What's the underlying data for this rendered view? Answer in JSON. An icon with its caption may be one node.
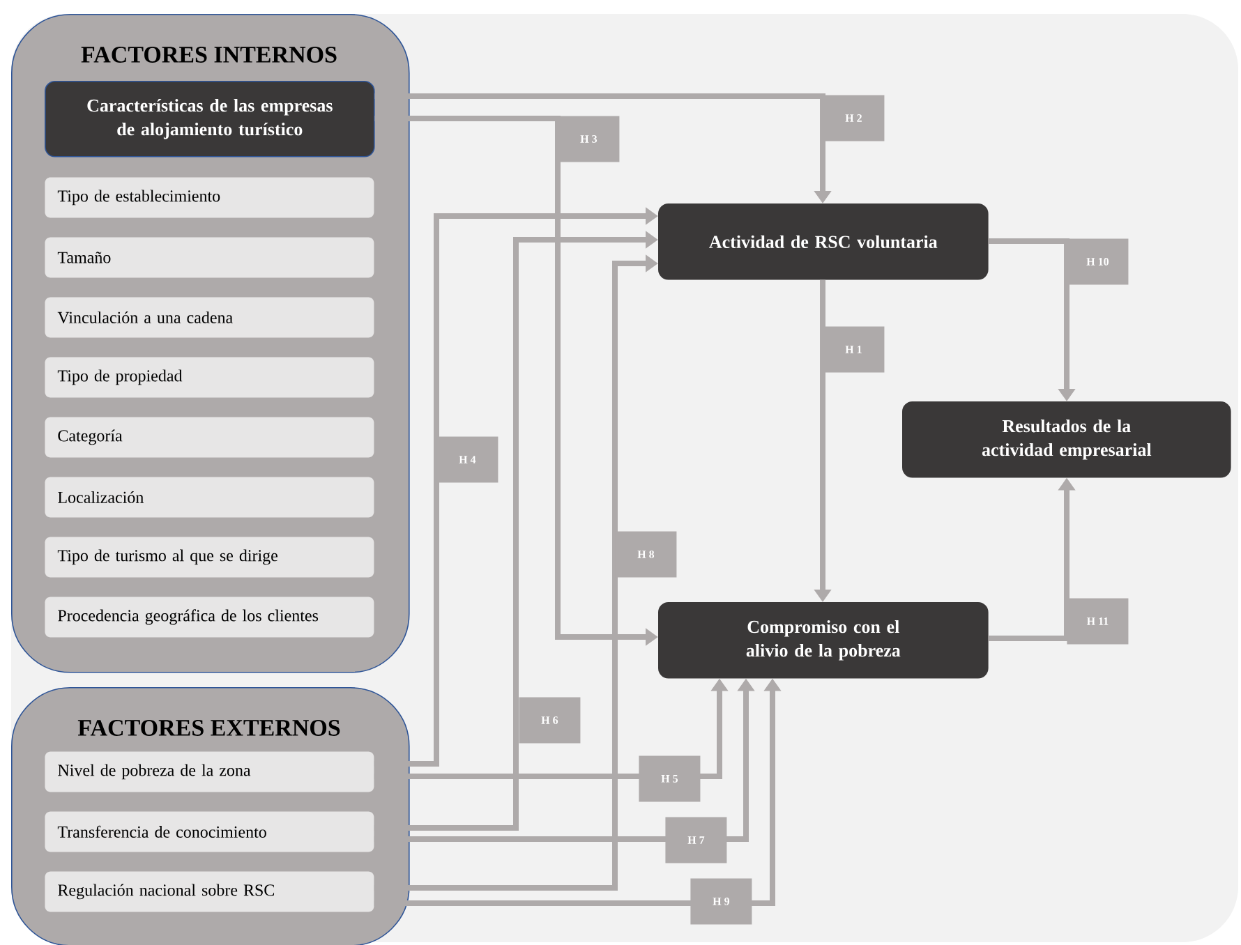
{
  "diagram": {
    "nodes": [
      {
        "text": [
          "FACTORES INTERNOS"
        ]
      },
      {
        "text": [
          "Características de las empresas de alojamiento turístico"
        ],
        "in": 0
      },
      {
        "text": [
          "Tipo de establecimiento"
        ],
        "in": 0
      },
      {
        "text": [
          "Tamaño"
        ],
        "in": 0
      },
      {
        "text": [
          "Vinculación a una cadena"
        ],
        "in": 0
      },
      {
        "text": [
          "Tipo de propiedad"
        ],
        "in": 0
      },
      {
        "text": [
          "Categoría"
        ],
        "in": 0
      },
      {
        "text": [
          "Localización"
        ],
        "in": 0
      },
      {
        "text": [
          "Tipo de turismo al que se dirige"
        ],
        "in": 0
      },
      {
        "text": [
          "Procedencia geográfica de los clientes"
        ],
        "in": 0
      },
      {
        "text": [
          "FACTORES EXTERNOS"
        ]
      },
      {
        "text": [
          "Nivel de pobreza de la zona"
        ],
        "in": 10
      },
      {
        "text": [
          "Transferencia de conocimiento"
        ],
        "in": 10
      },
      {
        "text": [
          "Regulación nacional sobre RSC"
        ],
        "in": 10
      },
      {
        "text": [
          "Actividad de RSC voluntaria"
        ]
      },
      {
        "text": [
          "Resultados de la actividad empresarial"
        ]
      },
      {
        "text": [
          "Compromiso con el alivio de la pobreza"
        ]
      }
    ],
    "edges": [
      {
        "from": 14,
        "to": 16,
        "arrow": "to",
        "label": "H 1"
      },
      {
        "from": 1,
        "to": 14,
        "arrow": "to",
        "label": "H 2"
      },
      {
        "from": 1,
        "to": 16,
        "arrow": "to",
        "label": "H 3"
      },
      {
        "from": 11,
        "to": 14,
        "arrow": "to",
        "label": "H 4"
      },
      {
        "from": 11,
        "to": 16,
        "arrow": "to",
        "label": "H 5"
      },
      {
        "from": 12,
        "to": 14,
        "arrow": "to",
        "label": "H 6"
      },
      {
        "from": 12,
        "to": 16,
        "arrow": "to",
        "label": "H 7"
      },
      {
        "from": 13,
        "to": 14,
        "arrow": "to",
        "label": "H 8"
      },
      {
        "from": 13,
        "to": 16,
        "arrow": "to",
        "label": "H 9"
      },
      {
        "from": 14,
        "to": 15,
        "arrow": "to",
        "label": "H 10"
      },
      {
        "from": 16,
        "to": 15,
        "arrow": "to",
        "label": "H 11"
      }
    ]
  }
}
